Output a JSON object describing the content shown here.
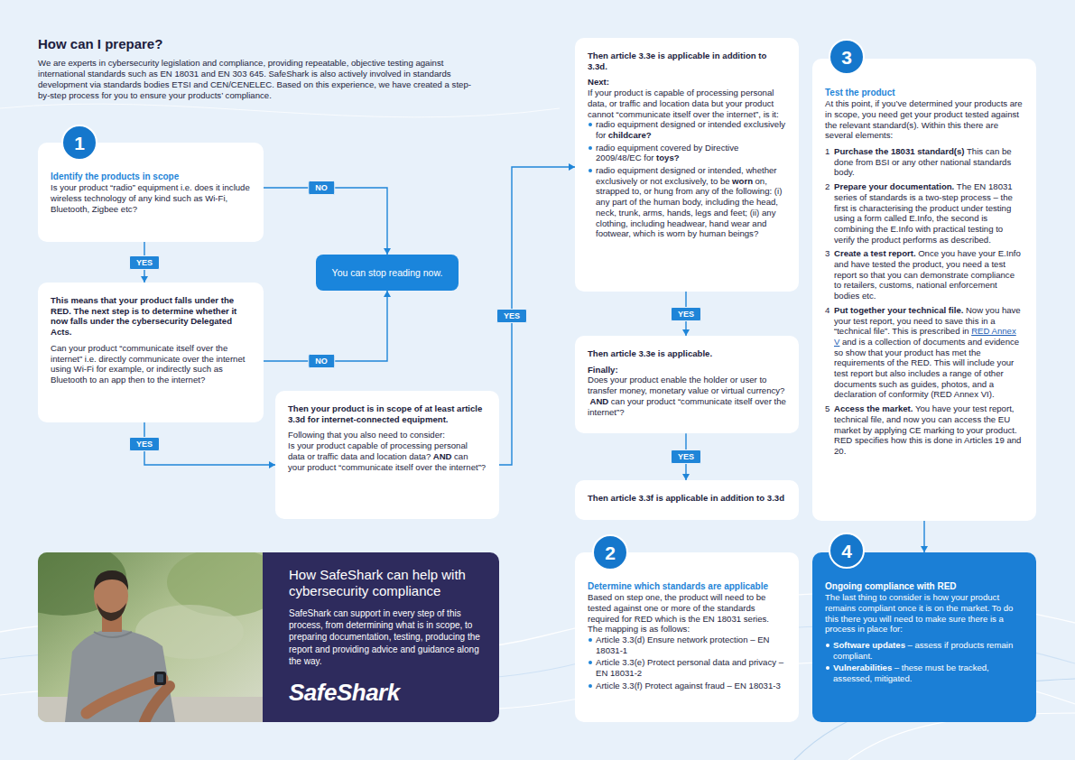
{
  "diagram": {
    "title": "How can I prepare?",
    "nodes": [
      {
        "text": [
          "1"
        ]
      },
      {
        "text": [
          "Identify the products in scope",
          "Is your product “radio” equipment i.e. does it include wireless technology of any kind such as Wi-Fi, Bluetooth, Zigbee etc?"
        ]
      },
      {
        "text": [
          "You can stop reading now."
        ]
      },
      {
        "text": [
          "This means that your product falls under the RED. The next step is to determine whether it now falls under the cybersecurity Delegated Acts.",
          "Can your product “communicate itself over the internet” i.e. directly communicate over the internet using Wi-Fi for example, or indirectly such as Bluetooth to an app then to the internet?"
        ]
      },
      {
        "text": [
          "Then your product is in scope of at least article 3.3d for internet-connected equipment.",
          "Following that you also need to consider:",
          "Is your product capable of processing personal data or traffic data and location data?",
          "AND",
          "can your product “communicate itself over the internet”?"
        ]
      },
      {
        "text": [
          "Then article 3.3e is applicable in addition to 3.3d.",
          "Next:",
          "If your product is capable of processing personal data, or traffic and location data but your product cannot “communicate itself over the internet”, is it:",
          "radio equipment designed or intended exclusively for",
          "childcare?",
          "radio equipment covered by Directive 2009/48/EC for",
          "toys?",
          "radio equipment designed or intended, whether exclusively or not exclusively, to be",
          "worn",
          "on, strapped to, or hung from any of the following: (i) any part of the human body, including the head, neck, trunk, arms, hands, legs and feet; (ii) any clothing, including headwear, hand wear and footwear, which is worn by human beings?"
        ]
      },
      {
        "text": [
          "Then article 3.3e is applicable.",
          "Finally:",
          "Does your product enable the holder or user to transfer money, monetary value or virtual currency?",
          "AND",
          "can your product “communicate itself over the internet”?"
        ]
      },
      {
        "text": [
          "Then article 3.3f is applicable in addition to 3.3d"
        ]
      },
      {
        "text": [
          "How SafeShark can help with cybersecurity compliance",
          "SafeShark can support in every step of this process, from determining what is in scope, to preparing documentation, testing, producing the report and providing advice and guidance along the way.",
          "SafeShark"
        ]
      },
      {
        "text": [
          "2"
        ]
      },
      {
        "text": [
          "Determine which standards are applicable",
          "Based on step one, the product will need to be tested against one or more of the standards required for RED which is the EN 18031 series. The mapping is as follows:",
          "Article 3.3(d) Ensure network protection – EN 18031-1",
          "Article 3.3(e) Protect personal data and privacy – EN 18031-2",
          "Article 3.3(f) Protect against fraud – EN 18031-3"
        ]
      },
      {
        "text": [
          "3"
        ]
      },
      {
        "text": [
          "Test the product",
          "At this point, if you’ve determined your products are in scope, you need get your product tested against the relevant standard(s). Within this there are several elements:",
          "1",
          "Purchase the 18031 standard(s)",
          "This can be done from BSI or any other national standards body.",
          "2",
          "Prepare your documentation.",
          "The EN 18031 series of standards is a two-step process – the first is characterising the product under testing using a form called E.Info, the second is combining the E.Info with practical testing to verify the product performs as described.",
          "3",
          "Create a test report.",
          "Once you have your E.Info and have tested the product, you need a test report so that you can demonstrate compliance to retailers, customs, national enforcement bodies etc.",
          "4",
          "Put together your technical file.",
          "Now you have your test report, you need to save this in a “technical file”. This is prescribed in",
          "RED Annex V",
          "and is a collection of documents and evidence so show that your product has met the requirements of the RED. This will include your test report but also includes a range of other documents such as guides, photos, and a declaration of conformity (RED Annex VI).",
          "5",
          "Access the market.",
          "You have your test report, technical file, and now you can access the EU market by applying CE marking to your product. RED specifies how this is done in Articles 19 and 20."
        ]
      },
      {
        "text": [
          "4"
        ]
      },
      {
        "text": [
          "Ongoing compliance with RED",
          "The last thing to consider is how your product remains compliant once it is on the market. To do this there you will need to make sure there is a process in place for:",
          "Software updates",
          "– assess if products remain compliant.",
          "Vulnerabilities",
          "– these must be tracked, assessed, mitigated."
        ]
      }
    ],
    "edges": [
      {
        "from": 1,
        "to": 2,
        "label": "NO",
        "arrow": "to"
      },
      {
        "from": 1,
        "to": 3,
        "label": "YES",
        "arrow": "to"
      },
      {
        "from": 3,
        "to": 2,
        "label": "NO",
        "arrow": "to"
      },
      {
        "from": 3,
        "to": 4,
        "label": "YES",
        "arrow": "to"
      },
      {
        "from": 4,
        "to": 5,
        "label": "YES",
        "arrow": "to"
      },
      {
        "from": 5,
        "to": 6,
        "label": "YES",
        "arrow": "to"
      },
      {
        "from": 6,
        "to": 7,
        "label": "YES",
        "arrow": "to"
      },
      {
        "from": 12,
        "to": 14,
        "arrow": "to"
      }
    ],
    "labels": [
      "We are experts in cybersecurity legislation and compliance, providing repeatable, objective testing against international standards such as EN 18031 and EN 303 645. SafeShark is also actively involved in standards development via standards bodies ETSI and CEN/CENELEC. Based on this experience, we have created a step-by-step process for you to ensure your products’ compliance."
    ]
  }
}
